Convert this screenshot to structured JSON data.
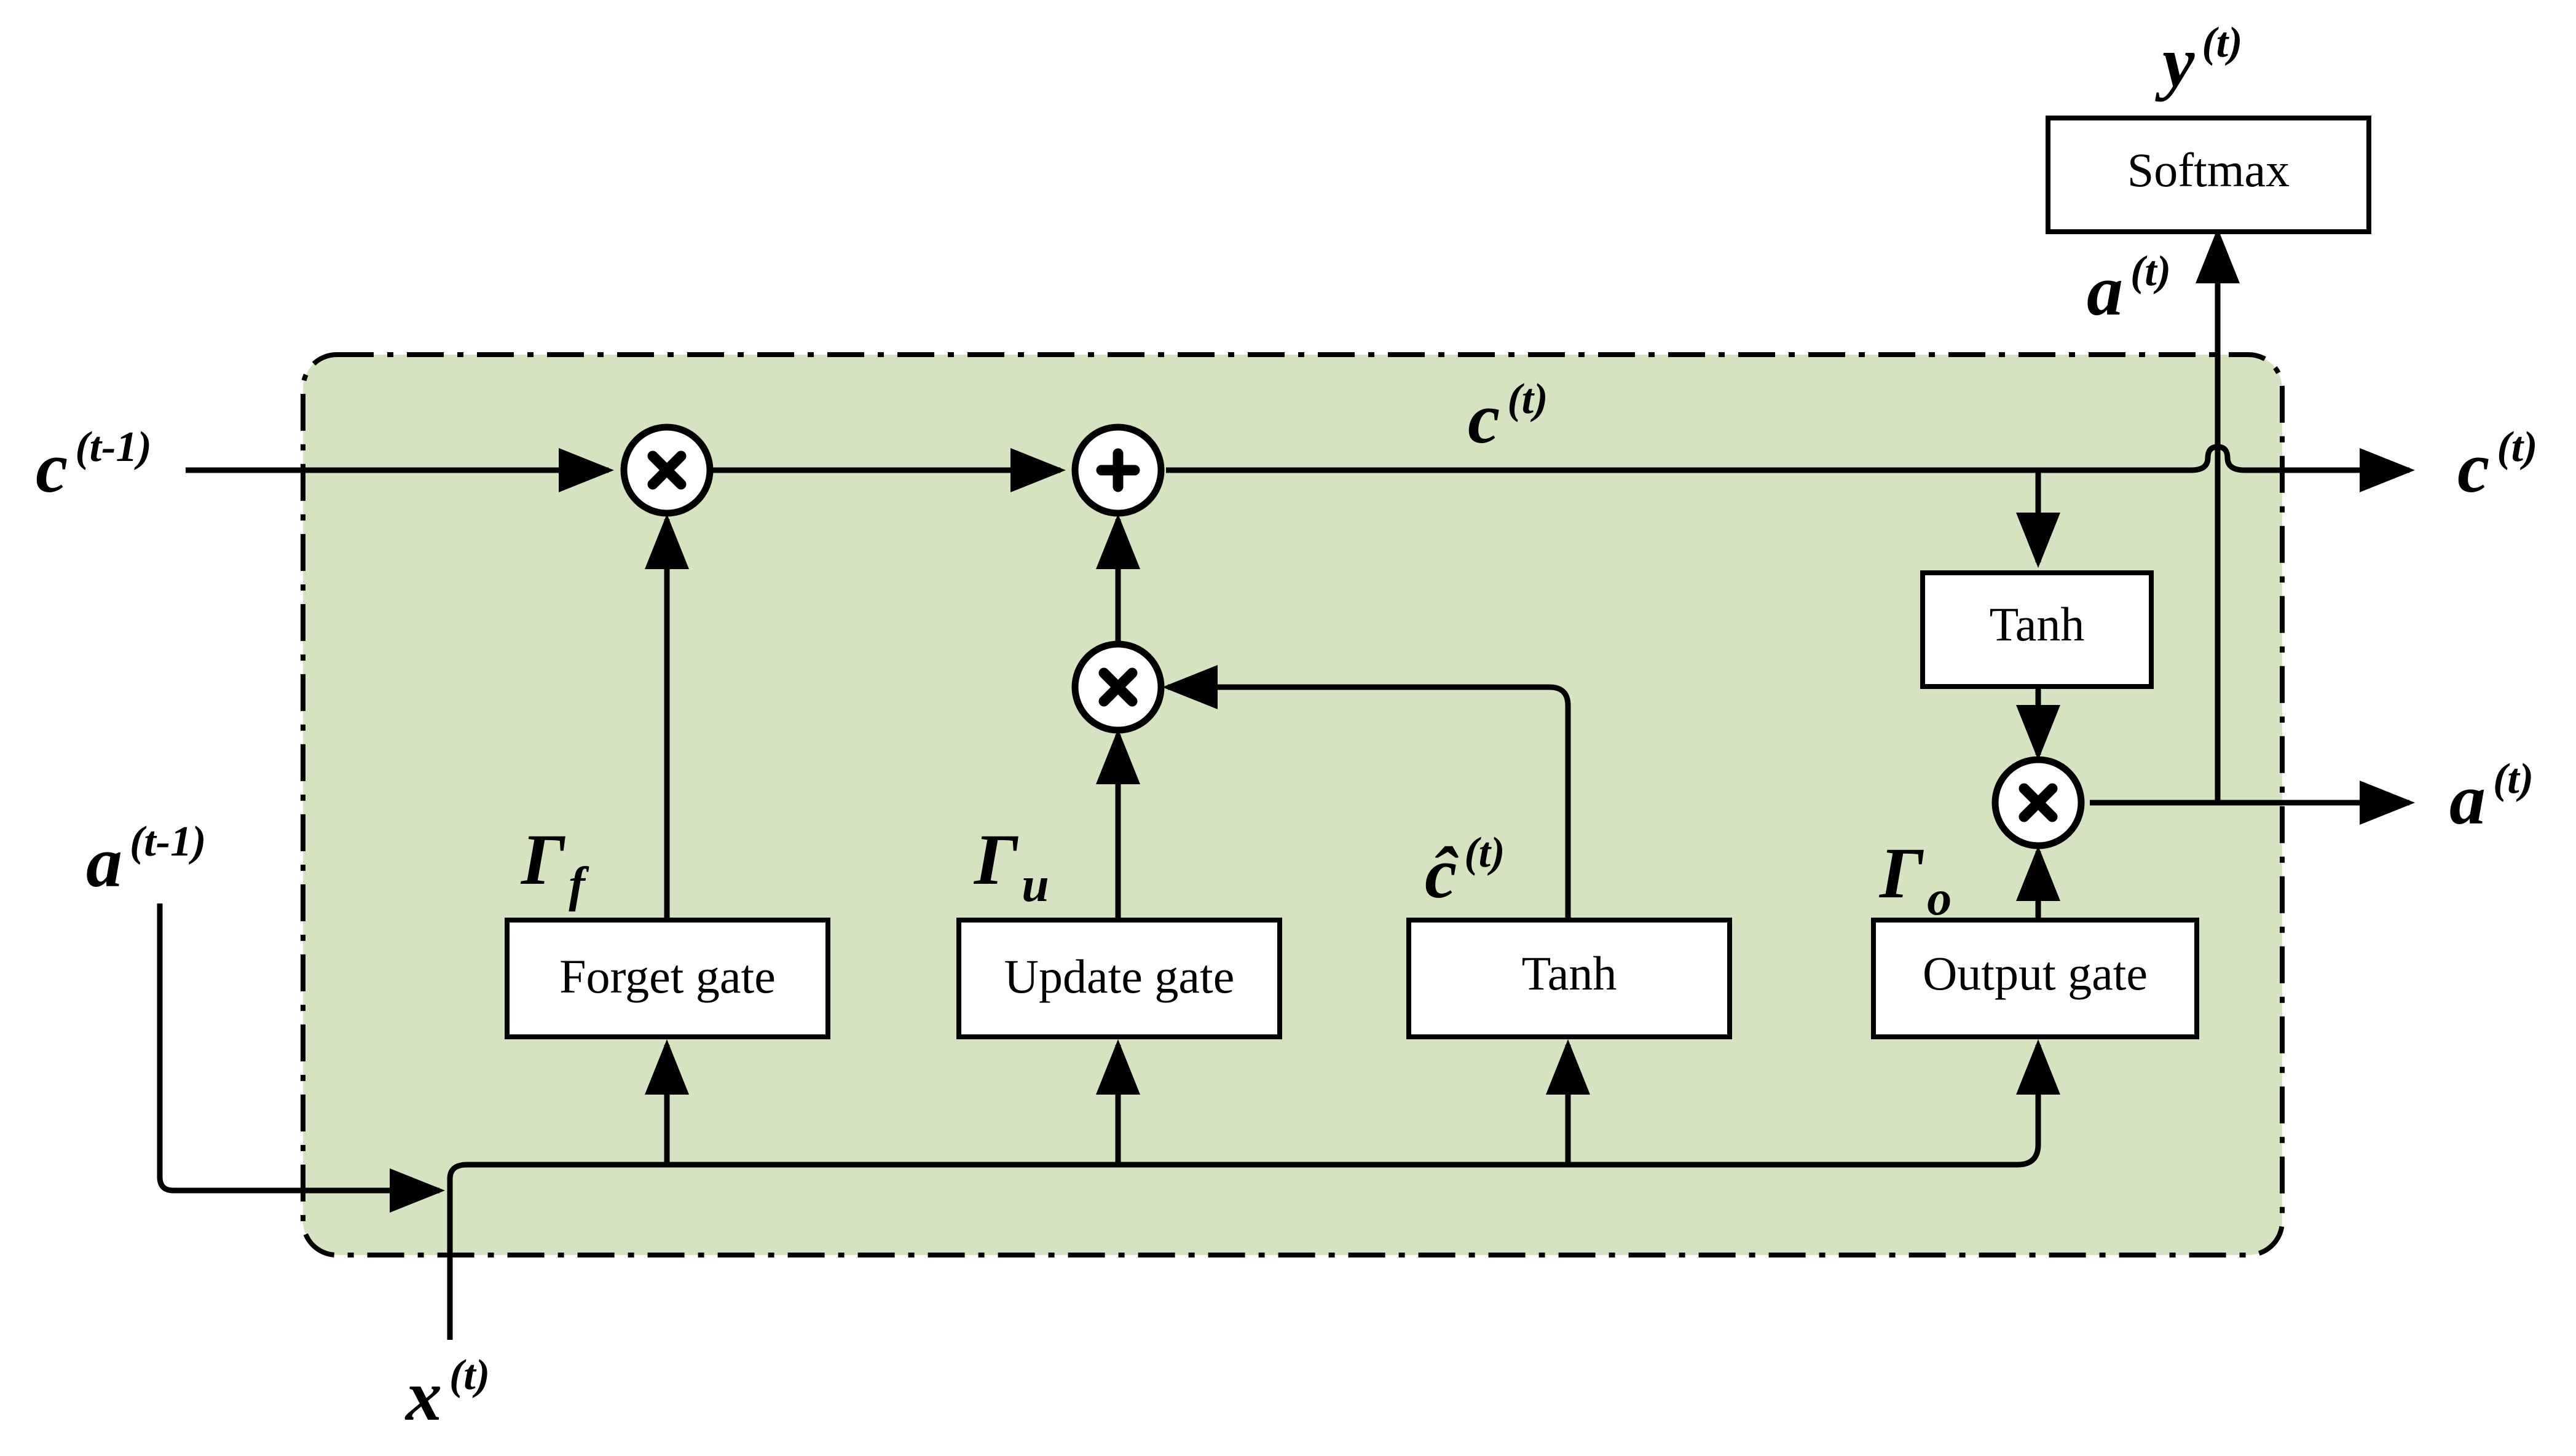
{
  "colors": {
    "cell_fill": "#d6e3c0",
    "stroke": "#000000",
    "box_fill": "#ffffff"
  },
  "boxes": {
    "softmax": "Softmax",
    "tanh_cell": "Tanh",
    "forget_gate": "Forget gate",
    "update_gate": "Update gate",
    "tanh_candidate": "Tanh",
    "output_gate": "Output gate"
  },
  "symbols": {
    "y_t": {
      "base": "y",
      "sup": "(t)"
    },
    "a_t_up": {
      "base": "a",
      "sup": "(t)"
    },
    "c_t_mid": {
      "base": "c",
      "sup": "(t)"
    },
    "c_prev": {
      "base": "c",
      "sup": "(t-1)"
    },
    "c_t_out": {
      "base": "c",
      "sup": "(t)"
    },
    "a_prev": {
      "base": "a",
      "sup": "(t-1)"
    },
    "a_t_out": {
      "base": "a",
      "sup": "(t)"
    },
    "x_t": {
      "base": "x",
      "sup": "(t)"
    },
    "gamma_f": {
      "base": "Γ",
      "sub": "f"
    },
    "gamma_u": {
      "base": "Γ",
      "sub": "u"
    },
    "gamma_o": {
      "base": "Γ",
      "sub": "o"
    },
    "c_hat": {
      "base": "ĉ",
      "sup": "(t)"
    }
  },
  "operators": {
    "forget_multiply": "multiply",
    "update_add": "add",
    "update_multiply": "multiply",
    "output_multiply": "multiply"
  }
}
